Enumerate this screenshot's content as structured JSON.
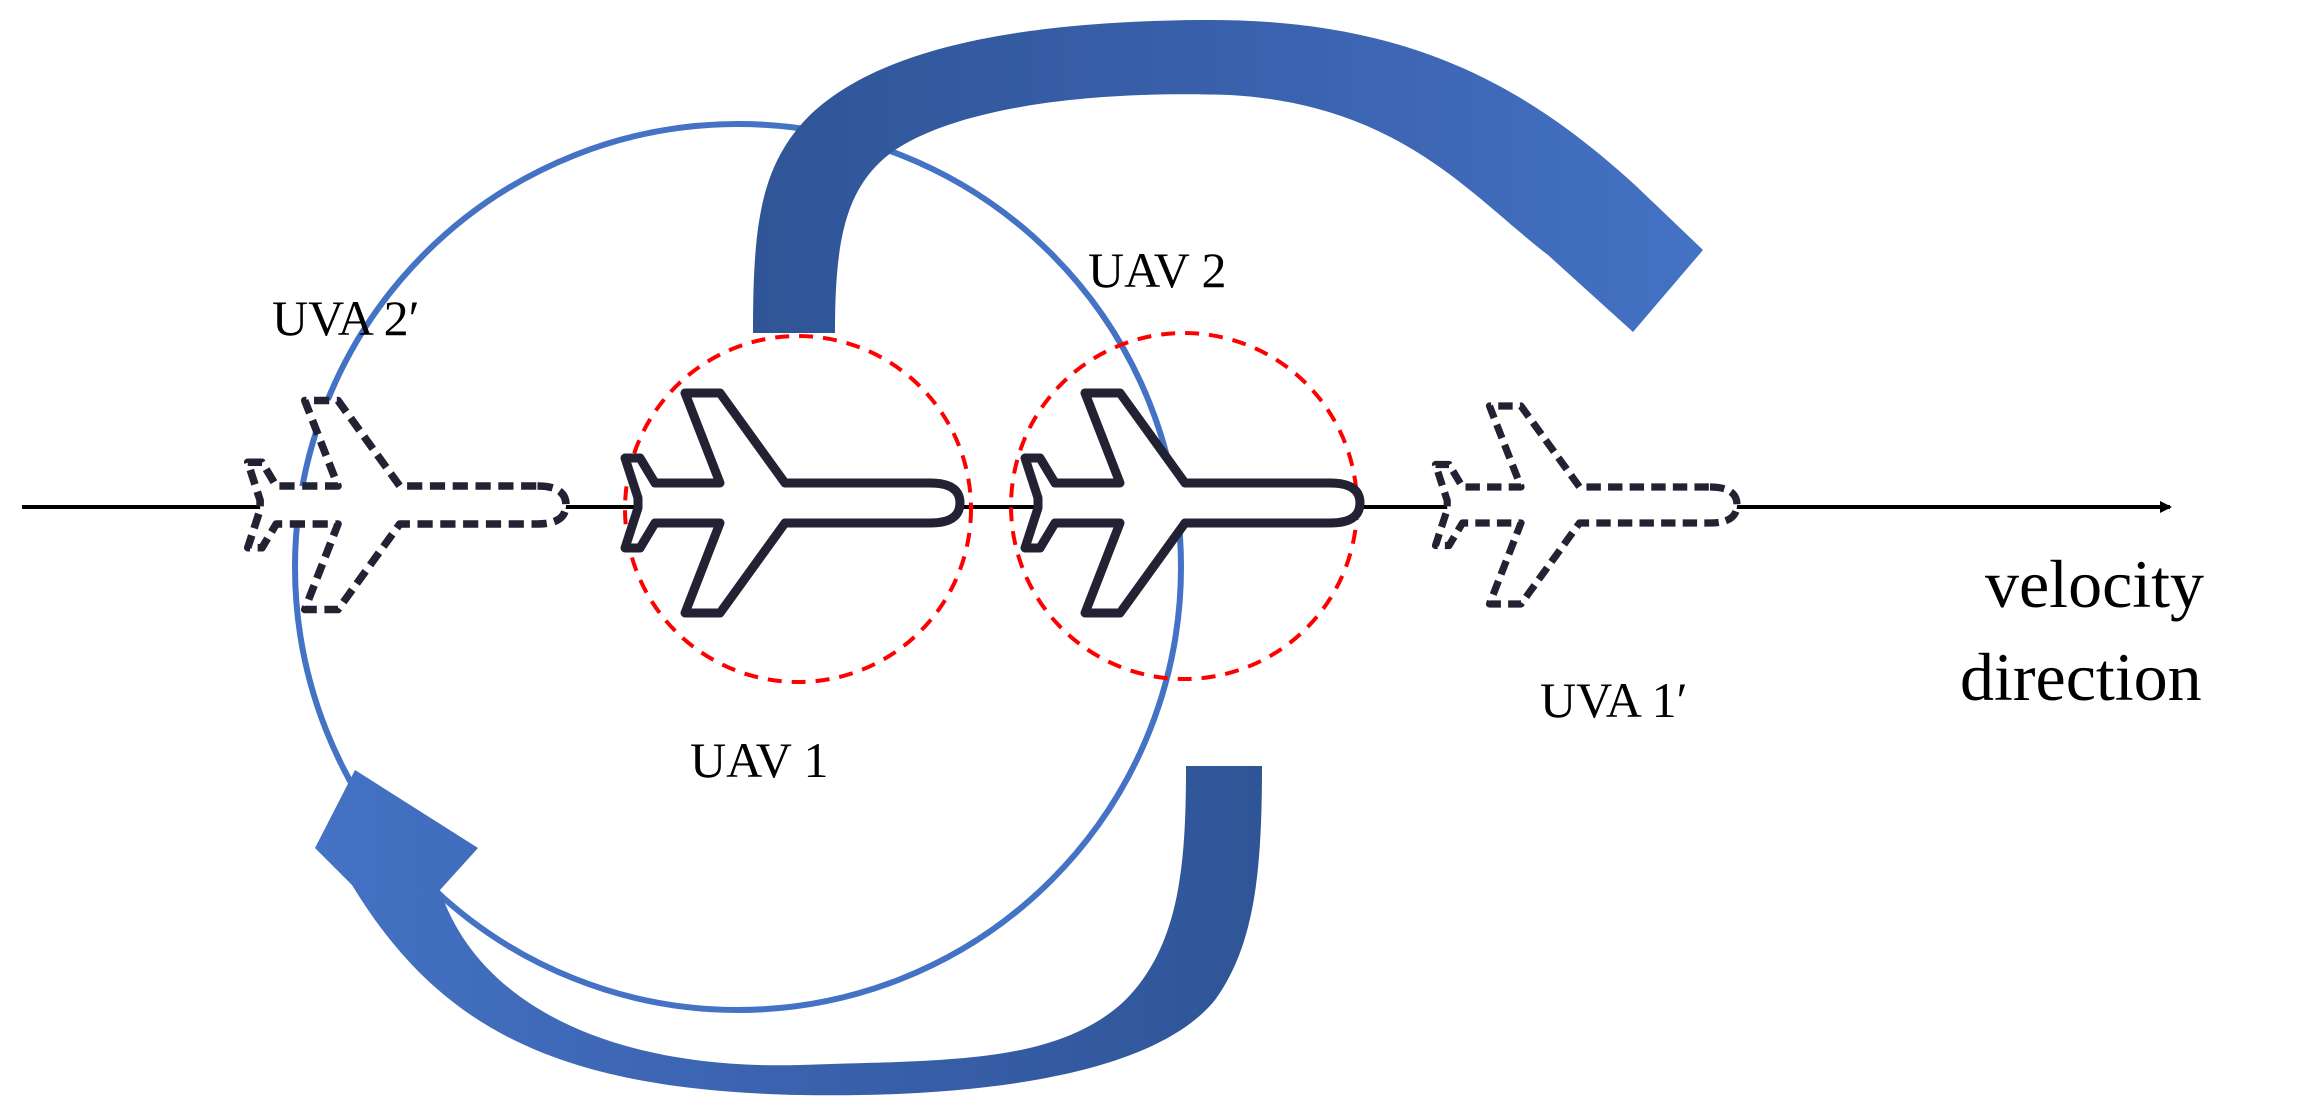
{
  "labels": {
    "uav1": "UAV 1",
    "uav2": "UAV 2",
    "uva1_prime": "UVA 1′",
    "uva2_prime": "UVA 2′",
    "velocity_line1": "velocity",
    "velocity_line2": "direction"
  },
  "colors": {
    "formation_circle": "#4472C4",
    "safety_circle": "#FF0000",
    "arrow_light": "#4472C4",
    "arrow_dark": "#2F5597",
    "aircraft": "#222233",
    "axis": "#000000"
  },
  "icons": {
    "solid_aircraft": "airplane-icon",
    "dashed_aircraft": "airplane-outline-dashed-icon",
    "swap_arrow": "curved-arrow-icon"
  }
}
